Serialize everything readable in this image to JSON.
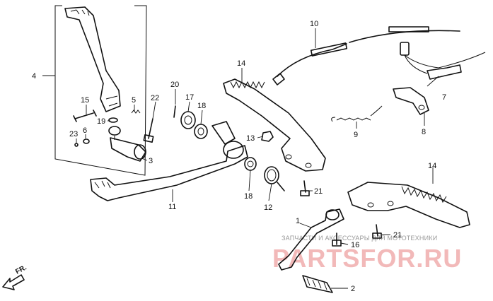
{
  "callouts": {
    "c1": "1",
    "c2": "2",
    "c3": "3",
    "c4": "4",
    "c5": "5",
    "c6": "6",
    "c7": "7",
    "c8": "8",
    "c9": "9",
    "c10": "10",
    "c11": "11",
    "c12": "12",
    "c13": "13",
    "c14a": "14",
    "c14b": "14",
    "c15": "15",
    "c16": "16",
    "c17": "17",
    "c18a": "18",
    "c18b": "18",
    "c19": "19",
    "c20": "20",
    "c21a": "21",
    "c21b": "21",
    "c22": "22",
    "c23": "23"
  },
  "watermark": {
    "caption": "ЗАПЧАСТИ И АКСЕССУАРЫ ДЛЯ МОТОТЕХНИКИ",
    "brand": "PARTSFOR.RU"
  },
  "direction_label": "FR."
}
